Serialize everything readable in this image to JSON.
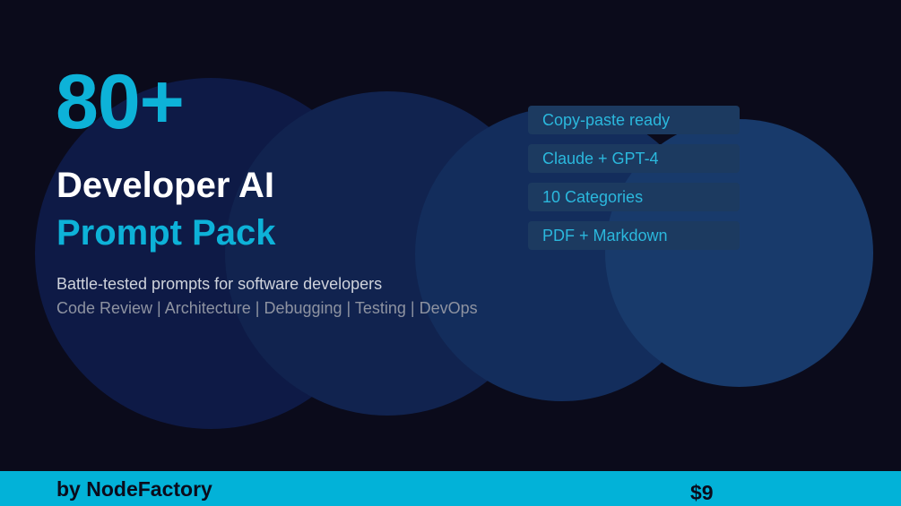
{
  "hero": {
    "count": "80+",
    "title_line_1": "Developer AI",
    "title_line_2": "Prompt Pack",
    "subtitle": "Battle-tested prompts for software developers",
    "categories": "Code Review | Architecture | Debugging | Testing | DevOps"
  },
  "features": [
    {
      "label": "Copy-paste ready"
    },
    {
      "label": "Claude + GPT-4"
    },
    {
      "label": "10 Categories"
    },
    {
      "label": "PDF + Markdown"
    }
  ],
  "footer": {
    "byline": "by NodeFactory",
    "price": "$9"
  },
  "colors": {
    "background": "#0b0b1b",
    "accent": "#0db2d8",
    "footer_bar": "#02b2d8",
    "chip_background": "#1c3a60"
  }
}
